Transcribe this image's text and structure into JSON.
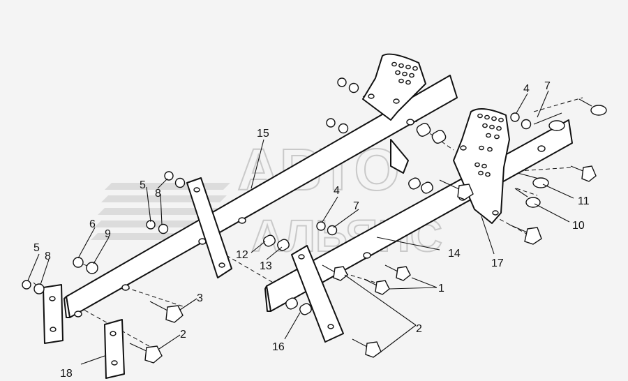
{
  "watermark": {
    "line1": "АВТО",
    "line2": "АЛЬЯНС"
  },
  "callouts": [
    {
      "id": "c1",
      "text": "1"
    },
    {
      "id": "c2a",
      "text": "2"
    },
    {
      "id": "c2b",
      "text": "2"
    },
    {
      "id": "c3",
      "text": "3"
    },
    {
      "id": "c4a",
      "text": "4"
    },
    {
      "id": "c4b",
      "text": "4"
    },
    {
      "id": "c5a",
      "text": "5"
    },
    {
      "id": "c5b",
      "text": "5"
    },
    {
      "id": "c6",
      "text": "6"
    },
    {
      "id": "c7a",
      "text": "7"
    },
    {
      "id": "c7b",
      "text": "7"
    },
    {
      "id": "c8a",
      "text": "8"
    },
    {
      "id": "c8b",
      "text": "8"
    },
    {
      "id": "c9",
      "text": "9"
    },
    {
      "id": "c10",
      "text": "10"
    },
    {
      "id": "c11",
      "text": "11"
    },
    {
      "id": "c12",
      "text": "12"
    },
    {
      "id": "c13",
      "text": "13"
    },
    {
      "id": "c14",
      "text": "14"
    },
    {
      "id": "c15",
      "text": "15"
    },
    {
      "id": "c16",
      "text": "16"
    },
    {
      "id": "c17",
      "text": "17"
    },
    {
      "id": "c18",
      "text": "18"
    }
  ]
}
